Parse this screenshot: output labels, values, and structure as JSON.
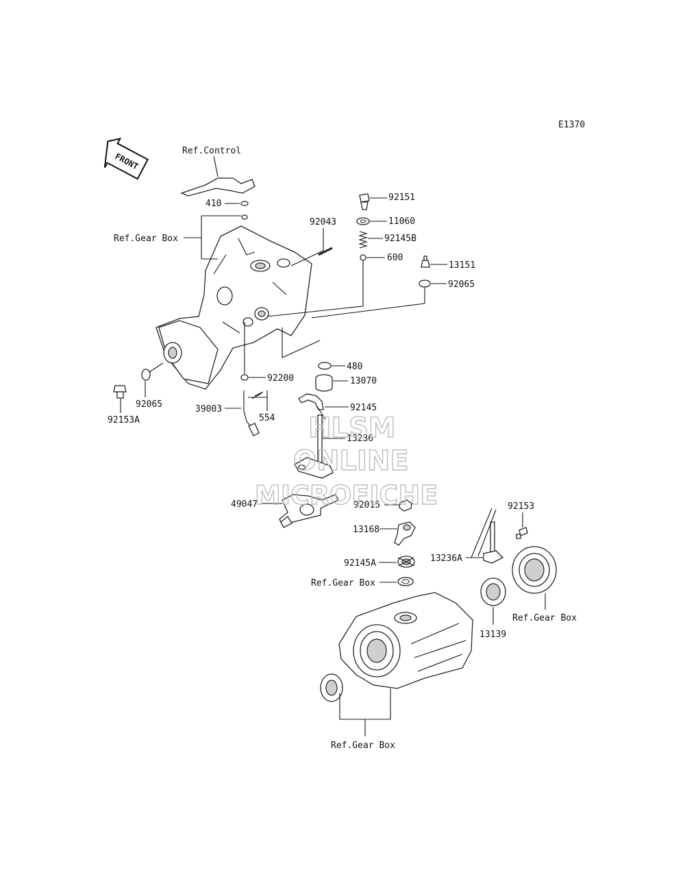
{
  "diagram_code": "E1370",
  "front_label": "FRONT",
  "watermark": [
    "HLSM",
    "ONLINE",
    "MICROFICHE"
  ],
  "labels": {
    "ref_control": "Ref.Control",
    "p410": "410",
    "ref_gear_box": "Ref.Gear Box",
    "p92043": "92043",
    "p92151": "92151",
    "p11060": "11060",
    "p92145B": "92145B",
    "p600": "600",
    "p13151": "13151",
    "p92065": "92065",
    "p480": "480",
    "p13070": "13070",
    "p92200": "92200",
    "p92065b": "92065",
    "p92153A": "92153A",
    "p39003": "39003",
    "p554": "554",
    "p92145": "92145",
    "p13236": "13236",
    "p49047": "49047",
    "p92015": "92015",
    "p13168": "13168",
    "p92145A": "92145A",
    "ref_gear_box_2": "Ref.Gear Box",
    "p92153": "92153",
    "p13236A": "13236A",
    "p13139": "13139",
    "ref_gear_box_3": "Ref.Gear Box",
    "ref_gear_box_4": "Ref.Gear Box"
  }
}
